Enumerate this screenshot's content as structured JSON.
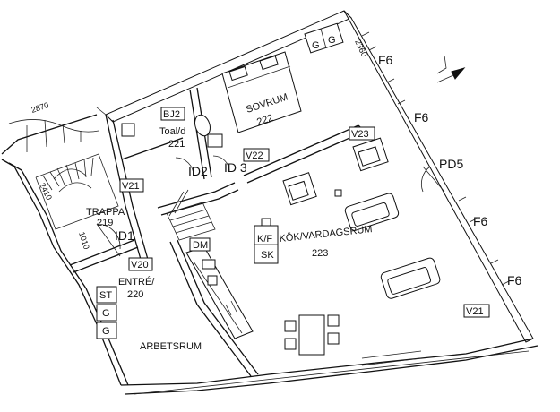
{
  "dimensions": {
    "top_left": "2870",
    "top_right": "2360",
    "stair_a": "2410",
    "stair_b": "1010"
  },
  "rooms": {
    "bedroom_name": "SOVRUM",
    "bedroom_no": "222",
    "toilet_name": "Toal/d",
    "toilet_no": "221",
    "stair_name": "TRAPPA",
    "stair_no": "219",
    "entry_name": "ENTRÉ/",
    "entry_no": "220",
    "kitchen_name": "KÖK/VARDAGSRUM",
    "kitchen_no": "223",
    "study_name": "ARBETSRUM"
  },
  "tags": {
    "bj2": "BJ2",
    "v22": "V22",
    "v21a": "V21",
    "v20": "V20",
    "v23": "V23",
    "v21b": "V21",
    "id1": "ID1",
    "id3": "ID 3",
    "id2": "ID2",
    "dm": "DM",
    "kf": "K/F",
    "sk": "SK",
    "st": "ST",
    "g1": "G",
    "g2": "G",
    "gg1": "G",
    "gg2": "G"
  },
  "windows": {
    "f6_a": "F6",
    "f6_b": "F6",
    "f6_c": "F6",
    "f6_d": "F6",
    "pd5": "PD5"
  }
}
